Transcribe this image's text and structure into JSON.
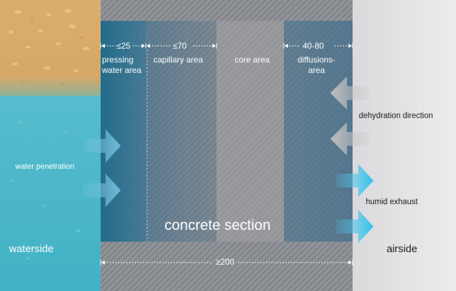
{
  "colors": {
    "soil": "#dcae6e",
    "water": "#4fb8c9",
    "water_deep": "#3aa0b5",
    "concrete_hatch": "#8a8e93",
    "pressing_zone": "#226c8c",
    "capillary_zone": "#3e6f8d",
    "core_zone": "#9a9a9c",
    "diffusion_zone": "#3e6f8d",
    "airside": "#e4e4e6",
    "arrow_in": "#63b7d8",
    "arrow_out_gray": "#bdbdbd",
    "arrow_out_blue": "#3ec4ea"
  },
  "labels": {
    "pressing_width": "≤25",
    "capillary_width": "≤70",
    "diffusion_width": "40-80",
    "pressing_area": [
      "pressing",
      "water area"
    ],
    "capillary_area": "capillary area",
    "core_area": "core area",
    "diffusions_area": [
      "diffusions-",
      "area"
    ],
    "dehydration_direction": "dehydration direction",
    "water_penetration": "water penetration",
    "humid_exhaust": "humid exhaust",
    "concrete_section": "concrete section",
    "total_width": "≥200",
    "waterside": "waterside",
    "airside": "airside"
  },
  "icons": [
    "arrow-right-icon",
    "arrow-left-icon"
  ]
}
